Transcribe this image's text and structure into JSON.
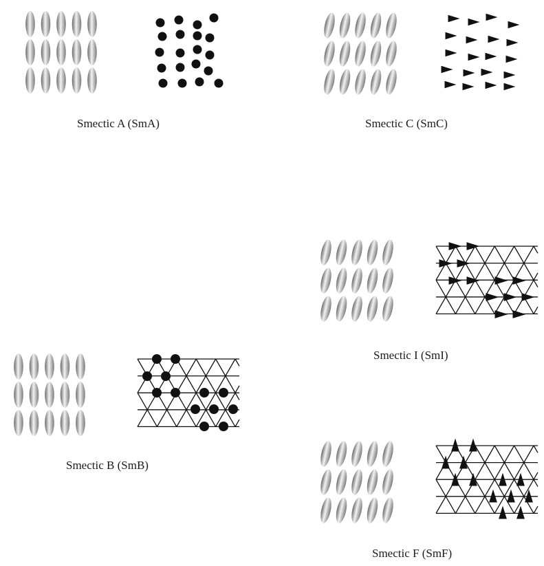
{
  "diagram": {
    "phases": [
      {
        "id": "sma",
        "caption": "Smectic A (SmA)",
        "molecule_tilt": "none",
        "lattice": "none",
        "marker": "dot"
      },
      {
        "id": "smc",
        "caption": "Smectic C (SmC)",
        "molecule_tilt": "tilted",
        "lattice": "none",
        "marker": "triangle-right"
      },
      {
        "id": "smb",
        "caption": "Smectic B (SmB)",
        "molecule_tilt": "none",
        "lattice": "hexagonal",
        "marker": "dot"
      },
      {
        "id": "smi",
        "caption": "Smectic I (SmI)",
        "molecule_tilt": "tilted",
        "lattice": "hexagonal",
        "marker": "triangle-right"
      },
      {
        "id": "smf",
        "caption": "Smectic F (SmF)",
        "molecule_tilt": "tilted",
        "lattice": "hexagonal",
        "marker": "triangle-up"
      }
    ],
    "colors": {
      "ink": "#111111",
      "molecule_light": "#f2f2f2",
      "molecule_dark": "#6a6a6a",
      "background": "#ffffff"
    }
  }
}
